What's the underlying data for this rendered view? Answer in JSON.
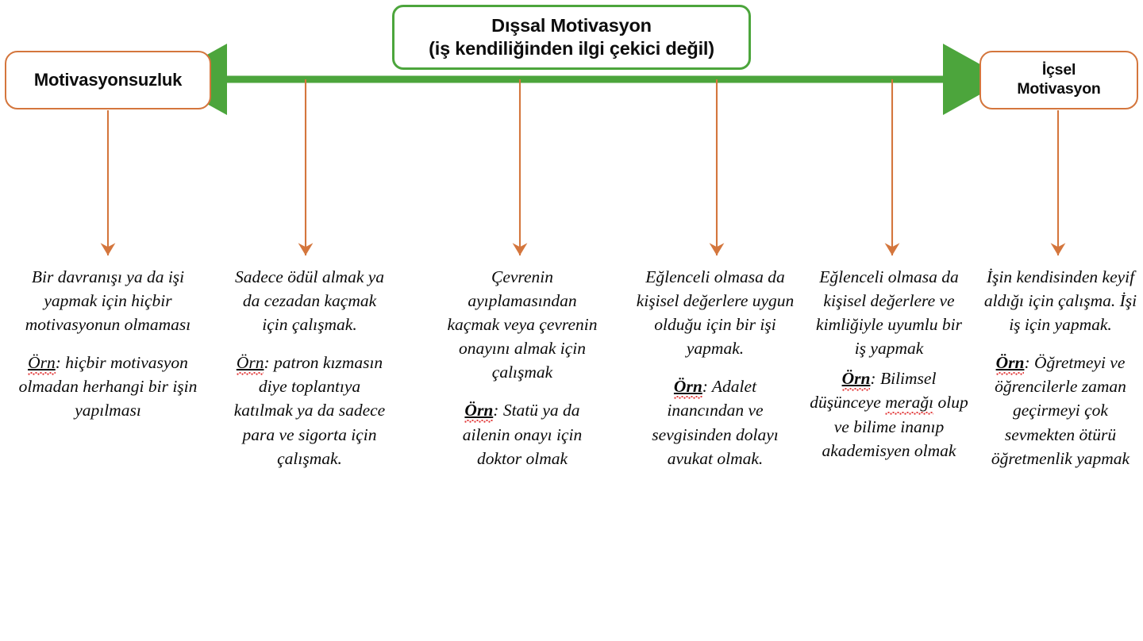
{
  "diagram": {
    "title_box": {
      "line1": "Dışsal Motivasyon",
      "line2": "(iş kendiliğinden ilgi çekici değil)",
      "border_color": "#4CA53C"
    },
    "left_box": {
      "label": "Motivasyonsuzluk",
      "border_color": "#D4763D"
    },
    "right_box": {
      "line1": "İçsel",
      "line2": "Motivasyon",
      "border_color": "#D4763D"
    },
    "spectrum_arrow": {
      "name": "double-headed-arrow",
      "color": "#4CA53C",
      "direction": "both"
    },
    "connector_color": "#D4763D",
    "columns": [
      {
        "id": "amotivation",
        "description": "Bir davranışı ya da işi yapmak için hiçbir motivasyonun olmaması",
        "example_label": "Örn",
        "example_label_bold": false,
        "example_label_spellcheck": true,
        "example_text": ": hiçbir motivasyon olmadan herhangi bir işin yapılması"
      },
      {
        "id": "external-regulation",
        "description": "Sadece ödül almak ya da cezadan kaçmak için çalışmak.",
        "example_label": "Örn",
        "example_label_bold": false,
        "example_label_spellcheck": true,
        "example_text": ": patron kızmasın diye toplantıya katılmak ya da sadece para ve sigorta için çalışmak."
      },
      {
        "id": "introjected-regulation",
        "description": "Çevrenin ayıplamasından kaçmak veya çevrenin onayını almak için çalışmak",
        "example_label": "Örn",
        "example_label_bold": true,
        "example_label_spellcheck": true,
        "example_text": ": Statü ya da ailenin onayı için doktor olmak"
      },
      {
        "id": "identified-regulation",
        "description": "Eğlenceli olmasa da  kişisel değerlere uygun olduğu için bir işi yapmak.",
        "example_label": "Örn",
        "example_label_bold": true,
        "example_label_spellcheck": true,
        "example_text": ": Adalet inancından ve sevgisinden dolayı avukat olmak."
      },
      {
        "id": "integrated-regulation",
        "description": "Eğlenceli olmasa da kişisel değerlere ve kimliğiyle uyumlu bir iş yapmak",
        "example_label": "Örn",
        "example_label_bold": true,
        "example_label_spellcheck": true,
        "example_text_pre": ": Bilimsel düşünceye ",
        "example_word_spellcheck": "merağı",
        "example_text_post": " olup ve bilime inanıp akademisyen olmak"
      },
      {
        "id": "intrinsic-motivation",
        "description": "İşin kendisinden keyif aldığı için çalışma. İşi iş için yapmak.",
        "example_label": "Örn",
        "example_label_bold": true,
        "example_label_spellcheck": true,
        "example_text": ": Öğretmeyi ve öğrencilerle zaman geçirmeyi çok sevmekten ötürü öğretmenlik yapmak"
      }
    ]
  }
}
